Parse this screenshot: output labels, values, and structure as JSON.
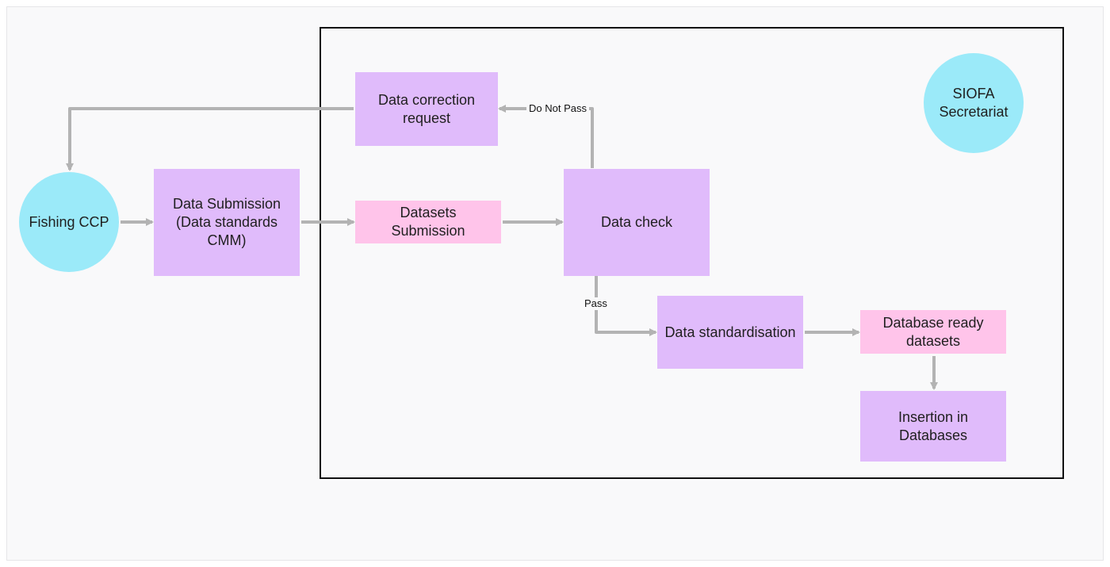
{
  "nodes": {
    "fishing_ccp": "Fishing CCP",
    "data_submission": "Data Submission (Data standards CMM)",
    "datasets_submission": "Datasets Submission",
    "data_check": "Data check",
    "data_correction": "Data correction request",
    "siofa": "SIOFA Secretariat",
    "data_standardisation": "Data standardisation",
    "database_ready": "Database ready datasets",
    "insertion": "Insertion in Databases"
  },
  "edges": {
    "do_not_pass": "Do Not Pass",
    "pass": "Pass"
  },
  "colors": {
    "process": "#e0bbfb",
    "dataset": "#ffc4ea",
    "actor": "#9beaf9",
    "connector": "#b3b3b3"
  }
}
